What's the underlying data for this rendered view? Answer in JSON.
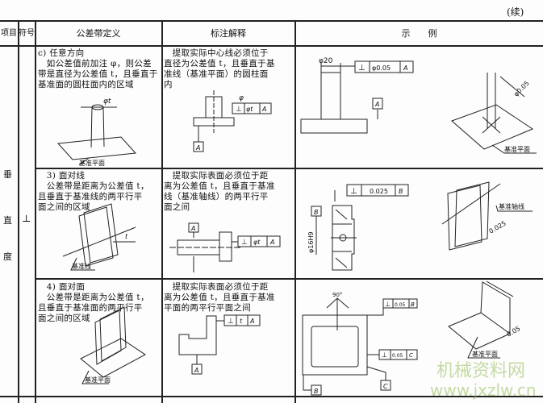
{
  "continued": "(续)",
  "headers": {
    "item": "项目",
    "symbol": "符号",
    "zone_def": "公差带定义",
    "annotation": "标注解释",
    "example": "示　　例"
  },
  "item_name": [
    "垂",
    "直",
    "度"
  ],
  "symbol": "⊥",
  "rows": [
    {
      "def_lines": [
        "c) 任意方向",
        "　如公差值前加注 φ，则公差",
        "带是直径为公差值 t，且垂直于",
        "基准面的圆柱面内的区域"
      ],
      "ann_lines": [
        "　提取实际中心线必须位于",
        "直径为公差值 t，且垂直于基",
        "准线（基准平面）的圆柱面",
        "内"
      ],
      "def_fig": {
        "tol": "φt",
        "datum_label": "基准平面"
      },
      "ann_fig": {
        "phi": "φ",
        "frame": [
          "⊥",
          "φt",
          "A"
        ],
        "datum": "A"
      },
      "ex_fig": {
        "dim": "φ20",
        "frame": [
          "⊥",
          "φ0.05",
          "A"
        ],
        "datum": "A",
        "value": "φ0.05",
        "datum_label": "基准平面"
      }
    },
    {
      "def_lines": [
        "　3) 面对线",
        "　公差带是距离为公差值 t，",
        "且垂直于基准线的两平行平",
        "面之间的区域"
      ],
      "ann_lines": [
        "　提取实际表面必须位于距",
        "离为公差值 t，且垂直于基准",
        "线（基准轴线）的两平行平",
        "面之间"
      ],
      "def_fig": {
        "tol": "t",
        "datum_label": "基准线"
      },
      "ann_fig": {
        "frame": [
          "⊥",
          "φt",
          "A"
        ],
        "datum": "A"
      },
      "ex_fig": {
        "dim": "φ16H9",
        "frame": [
          "⊥",
          "0.025",
          "B"
        ],
        "datum": "B",
        "value": "0.025",
        "datum_label": "基准轴线"
      }
    },
    {
      "def_lines": [
        "　4) 面对面",
        "　公差带是距离为公差值 t，",
        "且垂直于基准面的两平行平",
        "面之间的区域"
      ],
      "ann_lines": [
        "　提取实际表面必须位于距",
        "离为公差值 t，且垂直于基准",
        "平面的两平行平面之间"
      ],
      "def_fig": {
        "datum_label": "基准平面"
      },
      "ann_fig": {
        "frame": [
          "⊥",
          "t",
          "A"
        ],
        "datum": "A"
      },
      "ex_fig": {
        "angle": "90°",
        "frame1": [
          "⊥",
          "0.05",
          "B"
        ],
        "frame2": [
          "⊥",
          "0.05",
          "C"
        ],
        "datum_c": "C",
        "datum_b": "B",
        "value": "0.05",
        "datum_label": "基准平面"
      }
    }
  ],
  "watermark": {
    "title": "机械资料网",
    "url": "www.jxzlw.cn"
  }
}
